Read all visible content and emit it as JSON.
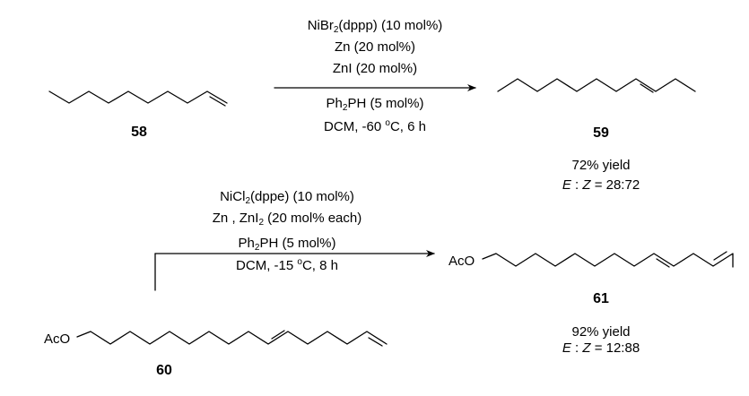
{
  "reaction1": {
    "reactant_label": "58",
    "product_label": "59",
    "conditions": {
      "catalyst_a": "NiBr",
      "catalyst_sub": "2",
      "catalyst_b": "(dppp) (10 mol%)",
      "reductant": "Zn (20 mol%)",
      "additive": "ZnI (20 mol%)",
      "ligand_a": "Ph",
      "ligand_sub": "2",
      "ligand_b": "PH (5 mol%)",
      "cond_a": "DCM, -60 ",
      "cond_sup": "o",
      "cond_b": "C, 6 h"
    },
    "yield": "72% yield",
    "ratio_e": "E",
    "ratio_sep": " : ",
    "ratio_z": "Z",
    "ratio_value": " = 28:72"
  },
  "reaction2": {
    "reactant_label": "60",
    "product_label": "61",
    "reactant_group": "AcO",
    "product_group": "AcO",
    "conditions": {
      "catalyst_a": "NiCl",
      "catalyst_sub": "2",
      "catalyst_b": "(dppe) (10 mol%)",
      "reductant_a": "Zn , ZnI",
      "reductant_sub": "2",
      "reductant_b": " (20 mol% each)",
      "ligand_a": "Ph",
      "ligand_sub": "2",
      "ligand_b": "PH (5 mol%)",
      "cond_a": "DCM, -15 ",
      "cond_sup": "o",
      "cond_b": "C, 8 h"
    },
    "yield": "92% yield",
    "ratio_e": "E",
    "ratio_sep": " : ",
    "ratio_z": "Z",
    "ratio_value": " = 12:88"
  }
}
